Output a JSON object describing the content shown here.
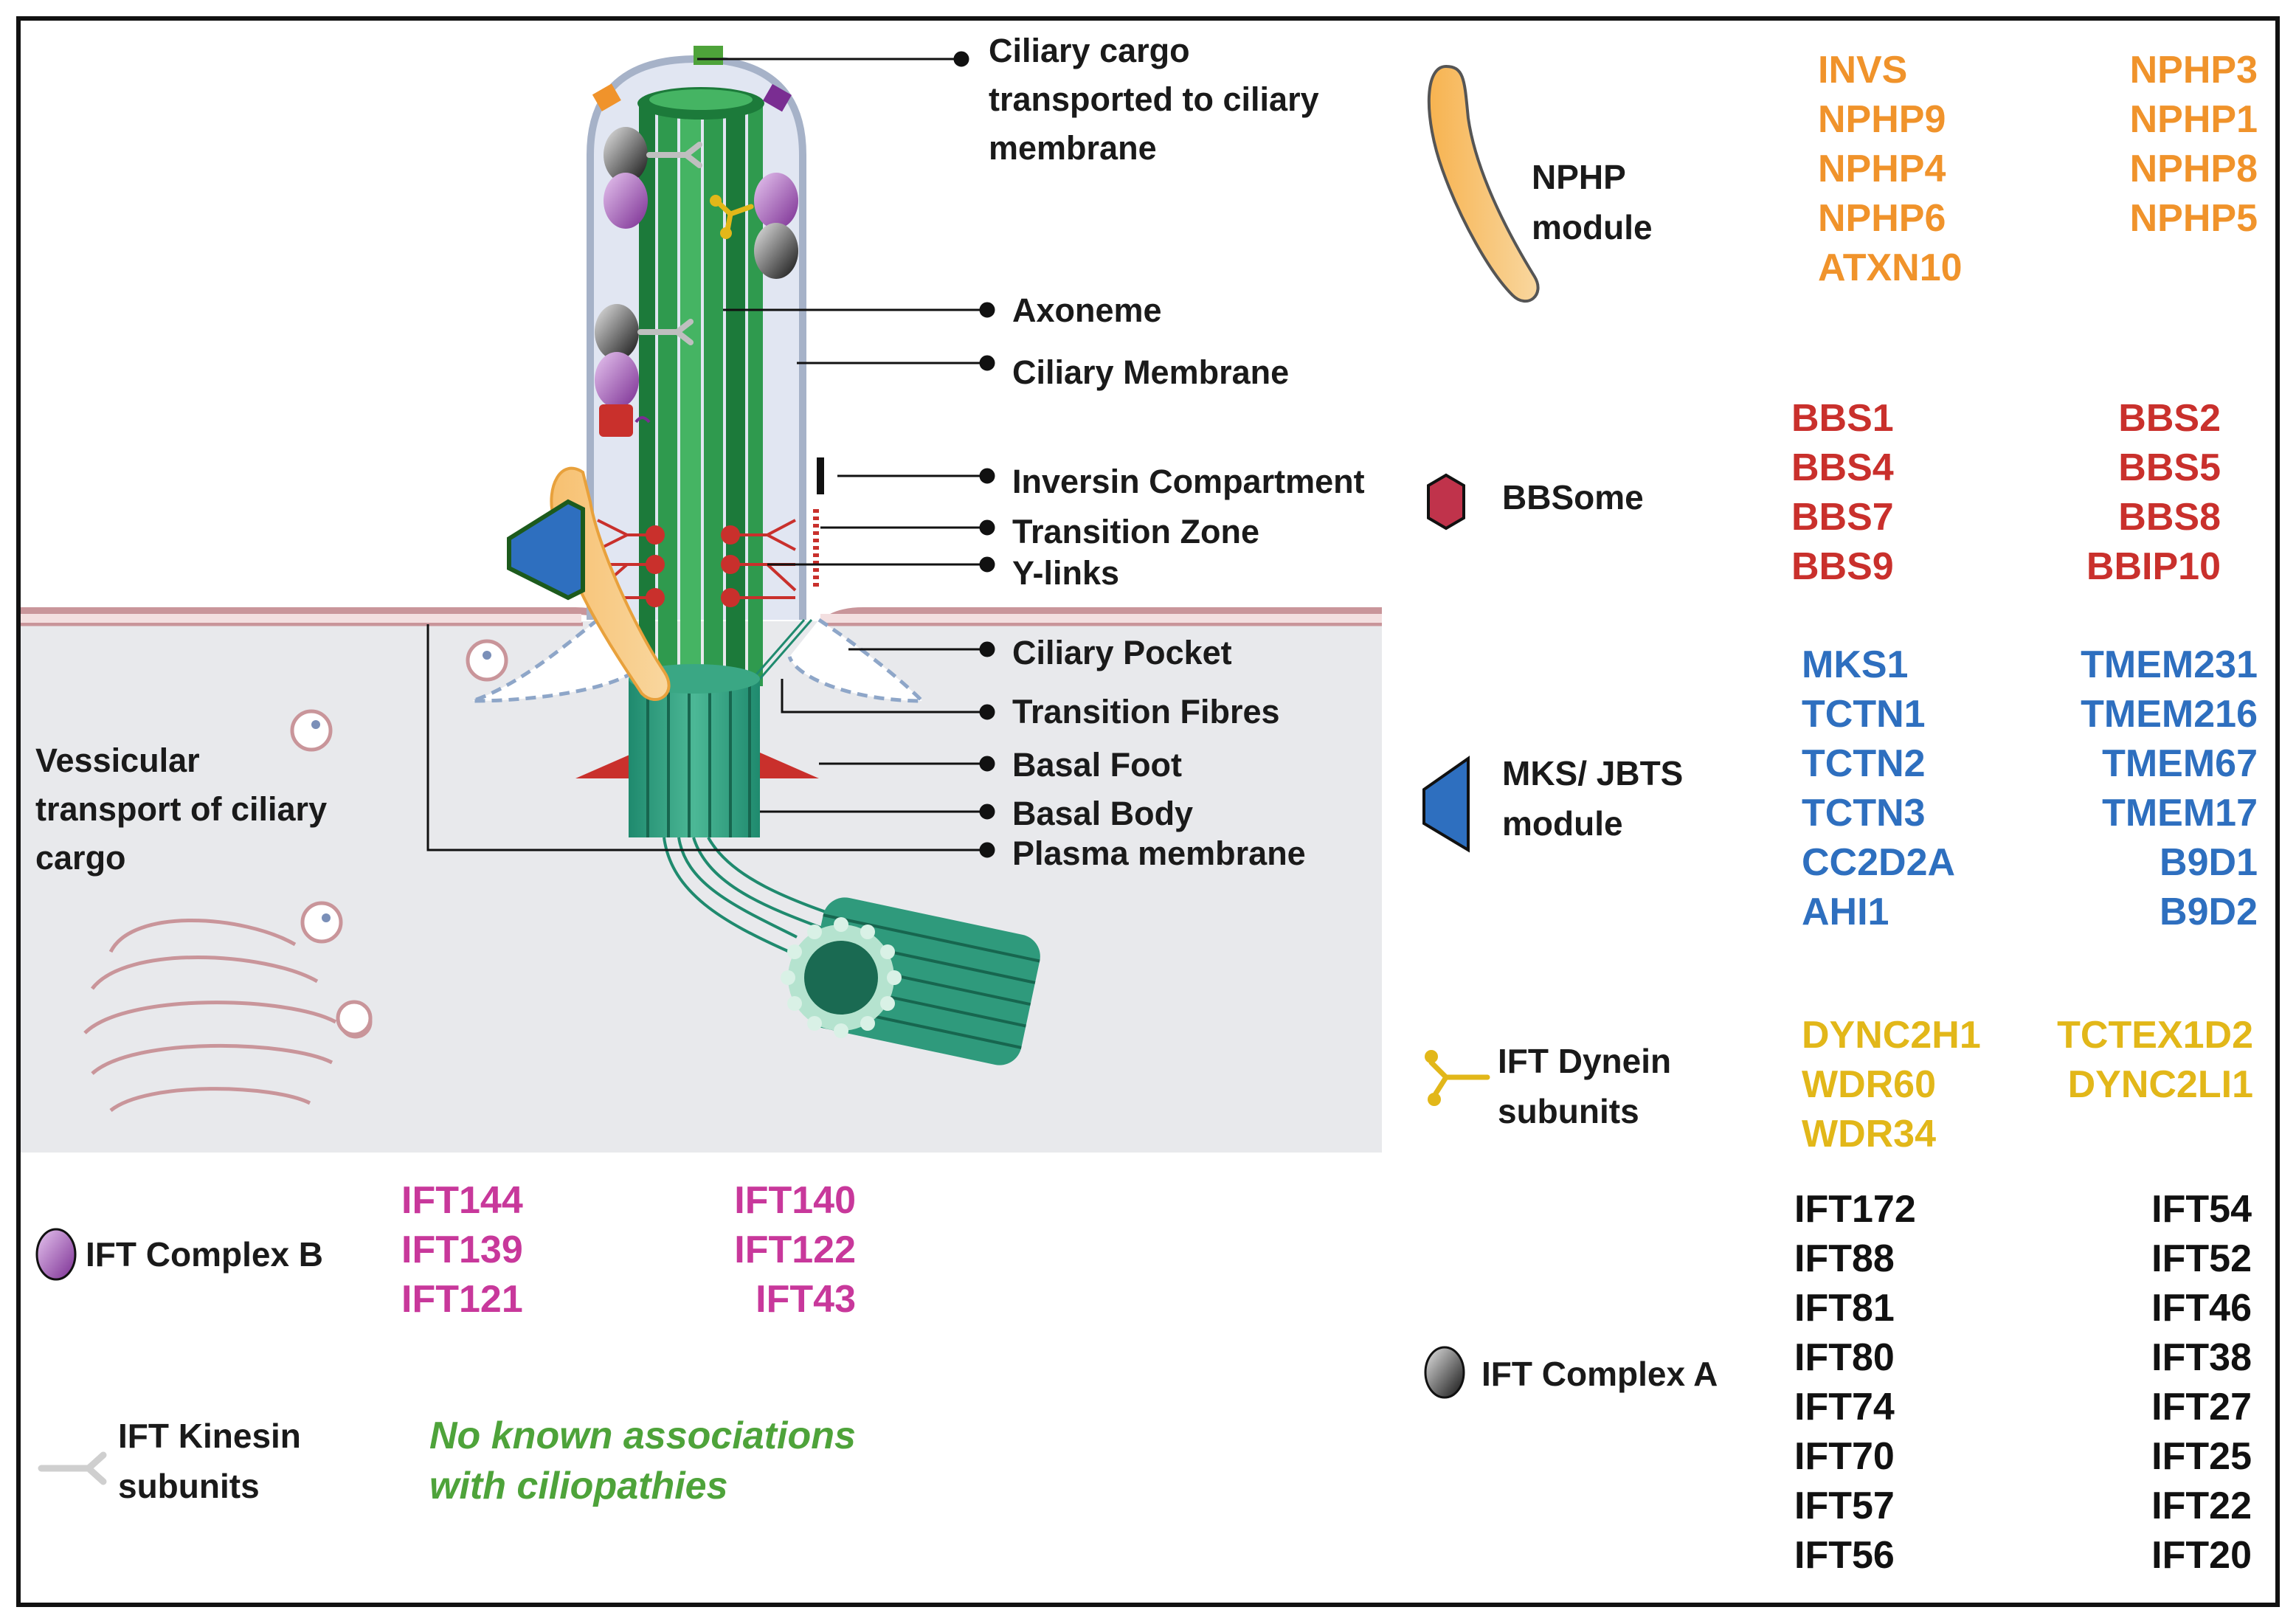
{
  "diagram": {
    "callouts": {
      "cargo": [
        "Ciliary cargo",
        "transported to ciliary",
        "membrane"
      ],
      "axoneme": "Axoneme",
      "membrane": "Ciliary Membrane",
      "inversin": "Inversin Compartment",
      "tz": "Transition Zone",
      "ylinks": "Y-links",
      "pocket": "Ciliary Pocket",
      "fibres": "Transition Fibres",
      "foot": "Basal Foot",
      "body": "Basal Body",
      "plasma": "Plasma membrane"
    },
    "vesicular": [
      "Vessicular",
      "transport of ciliary",
      "cargo"
    ]
  },
  "legend": {
    "nphp": {
      "label": [
        "NPHP",
        "module"
      ],
      "color": "#f0932b",
      "left": [
        "INVS",
        "NPHP9",
        "NPHP4",
        "NPHP6",
        "ATXN10"
      ],
      "right": [
        "NPHP3",
        "NPHP1",
        "NPHP8",
        "NPHP5"
      ]
    },
    "bbsome": {
      "label": [
        "BBSome"
      ],
      "color": "#c9302c",
      "left": [
        "BBS1",
        "BBS4",
        "BBS7",
        "BBS9"
      ],
      "right": [
        "BBS2",
        "BBS5",
        "BBS8",
        "BBIP10"
      ]
    },
    "mks": {
      "label": [
        "MKS/ JBTS",
        "module"
      ],
      "color": "#2e6fbf",
      "left": [
        "MKS1",
        "TCTN1",
        "TCTN2",
        "TCTN3",
        "CC2D2A",
        "AHI1"
      ],
      "right": [
        "TMEM231",
        "TMEM216",
        "TMEM67",
        "TMEM17",
        "B9D1",
        "B9D2"
      ]
    },
    "dynein": {
      "label": [
        "IFT Dynein",
        "subunits"
      ],
      "color": "#e2b719",
      "left": [
        "DYNC2H1",
        "WDR60",
        "WDR34"
      ],
      "right": [
        "TCTEX1D2",
        "DYNC2LI1"
      ]
    },
    "ifta": {
      "label": [
        "IFT Complex A"
      ],
      "color": "#111111",
      "left": [
        "IFT172",
        "IFT88",
        "IFT81",
        "IFT80",
        "IFT74",
        "IFT70",
        "IFT57",
        "IFT56"
      ],
      "right": [
        "IFT54",
        "IFT52",
        "IFT46",
        "IFT38",
        "IFT27",
        "IFT25",
        "IFT22",
        "IFT20"
      ]
    },
    "iftb": {
      "label": [
        "IFT Complex B"
      ],
      "color": "#c8389b",
      "left": [
        "IFT144",
        "IFT139",
        "IFT121"
      ],
      "right": [
        "IFT140",
        "IFT122",
        "IFT43"
      ]
    },
    "kinesin": {
      "label": [
        "IFT Kinesin",
        "subunits"
      ],
      "note": [
        "No known associations",
        "with ciliopathies"
      ],
      "note_color": "#4ea33a"
    }
  }
}
